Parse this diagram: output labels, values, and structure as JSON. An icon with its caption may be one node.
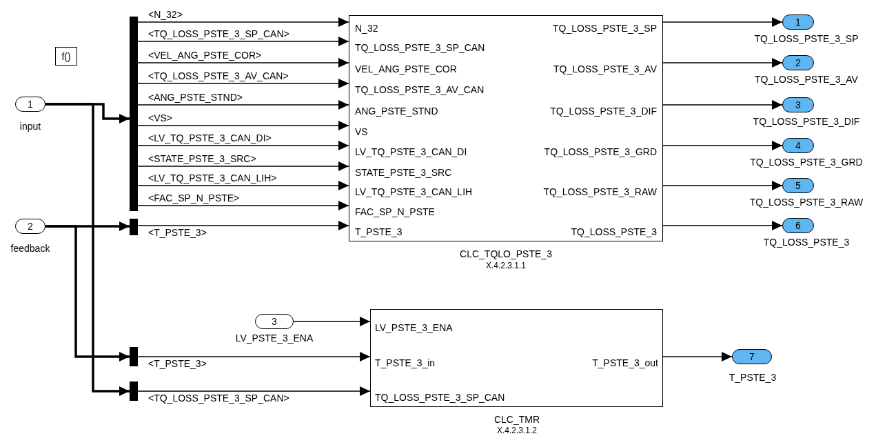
{
  "diagram": {
    "nodes": [
      {
        "text": [
          "1"
        ],
        "beside": [
          "input"
        ]
      },
      {
        "text": [
          "2"
        ],
        "beside": [
          "feedback"
        ]
      },
      {
        "text": [
          "f()"
        ]
      },
      {
        "text": [],
        "shape": "bar"
      },
      {
        "text": [],
        "shape": "bar"
      },
      {
        "text": [
          "N_32",
          "TQ_LOSS_PSTE_3_SP_CAN",
          "VEL_ANG_PSTE_COR",
          "TQ_LOSS_PSTE_3_AV_CAN",
          "ANG_PSTE_STND",
          "VS",
          "LV_TQ_PSTE_3_CAN_DI",
          "STATE_PSTE_3_SRC",
          "LV_TQ_PSTE_3_CAN_LIH",
          "FAC_SP_N_PSTE",
          "T_PSTE_3",
          "TQ_LOSS_PSTE_3_SP",
          "TQ_LOSS_PSTE_3_AV",
          "TQ_LOSS_PSTE_3_DIF",
          "TQ_LOSS_PSTE_3_GRD",
          "TQ_LOSS_PSTE_3_RAW",
          "TQ_LOSS_PSTE_3"
        ],
        "beside": [
          "CLC_TQLO_PSTE_3",
          "X.4.2.3.1.1"
        ]
      },
      {
        "text": [
          "1"
        ],
        "beside": [
          "TQ_LOSS_PSTE_3_SP"
        ]
      },
      {
        "text": [
          "2"
        ],
        "beside": [
          "TQ_LOSS_PSTE_3_AV"
        ]
      },
      {
        "text": [
          "3"
        ],
        "beside": [
          "TQ_LOSS_PSTE_3_DIF"
        ]
      },
      {
        "text": [
          "4"
        ],
        "beside": [
          "TQ_LOSS_PSTE_3_GRD"
        ]
      },
      {
        "text": [
          "5"
        ],
        "beside": [
          "TQ_LOSS_PSTE_3_RAW"
        ]
      },
      {
        "text": [
          "6"
        ],
        "beside": [
          "TQ_LOSS_PSTE_3"
        ]
      },
      {
        "text": [
          "3"
        ],
        "beside": [
          "LV_PSTE_3_ENA"
        ]
      },
      {
        "text": [],
        "shape": "bar"
      },
      {
        "text": [],
        "shape": "bar"
      },
      {
        "text": [
          "LV_PSTE_3_ENA",
          "T_PSTE_3_in",
          "TQ_LOSS_PSTE_3_SP_CAN",
          "T_PSTE_3_out"
        ],
        "beside": [
          "CLC_TMR",
          "X.4.2.3.1.2"
        ]
      },
      {
        "text": [
          "7"
        ],
        "beside": [
          "T_PSTE_3"
        ]
      }
    ],
    "edges": [
      {
        "from": 0,
        "to": 3,
        "arrow": "to",
        "style": "thick"
      },
      {
        "from": 1,
        "to": 4,
        "arrow": "to",
        "style": "thick"
      },
      {
        "from": 1,
        "to": 13,
        "arrow": "to",
        "style": "thick"
      },
      {
        "from": 0,
        "to": 14,
        "arrow": "to",
        "style": "thick"
      },
      {
        "from": 3,
        "to": 5,
        "arrow": "to",
        "label": "<N_32>"
      },
      {
        "from": 3,
        "to": 5,
        "arrow": "to",
        "label": "<TQ_LOSS_PSTE_3_SP_CAN>"
      },
      {
        "from": 3,
        "to": 5,
        "arrow": "to",
        "label": "<VEL_ANG_PSTE_COR>"
      },
      {
        "from": 3,
        "to": 5,
        "arrow": "to",
        "label": "<TQ_LOSS_PSTE_3_AV_CAN>"
      },
      {
        "from": 3,
        "to": 5,
        "arrow": "to",
        "label": "<ANG_PSTE_STND>"
      },
      {
        "from": 3,
        "to": 5,
        "arrow": "to",
        "label": "<VS>"
      },
      {
        "from": 3,
        "to": 5,
        "arrow": "to",
        "label": "<LV_TQ_PSTE_3_CAN_DI>"
      },
      {
        "from": 3,
        "to": 5,
        "arrow": "to",
        "label": "<STATE_PSTE_3_SRC>"
      },
      {
        "from": 3,
        "to": 5,
        "arrow": "to",
        "label": "<LV_TQ_PSTE_3_CAN_LIH>"
      },
      {
        "from": 3,
        "to": 5,
        "arrow": "to",
        "label": "<FAC_SP_N_PSTE>"
      },
      {
        "from": 4,
        "to": 5,
        "arrow": "to",
        "label": "<T_PSTE_3>"
      },
      {
        "from": 5,
        "to": 6,
        "arrow": "to"
      },
      {
        "from": 5,
        "to": 7,
        "arrow": "to"
      },
      {
        "from": 5,
        "to": 8,
        "arrow": "to"
      },
      {
        "from": 5,
        "to": 9,
        "arrow": "to"
      },
      {
        "from": 5,
        "to": 10,
        "arrow": "to"
      },
      {
        "from": 5,
        "to": 11,
        "arrow": "to"
      },
      {
        "from": 12,
        "to": 15,
        "arrow": "to"
      },
      {
        "from": 13,
        "to": 15,
        "arrow": "to",
        "label": "<T_PSTE_3>"
      },
      {
        "from": 14,
        "to": 15,
        "arrow": "to",
        "label": "<TQ_LOSS_PSTE_3_SP_CAN>"
      },
      {
        "from": 15,
        "to": 16,
        "arrow": "to"
      }
    ]
  }
}
